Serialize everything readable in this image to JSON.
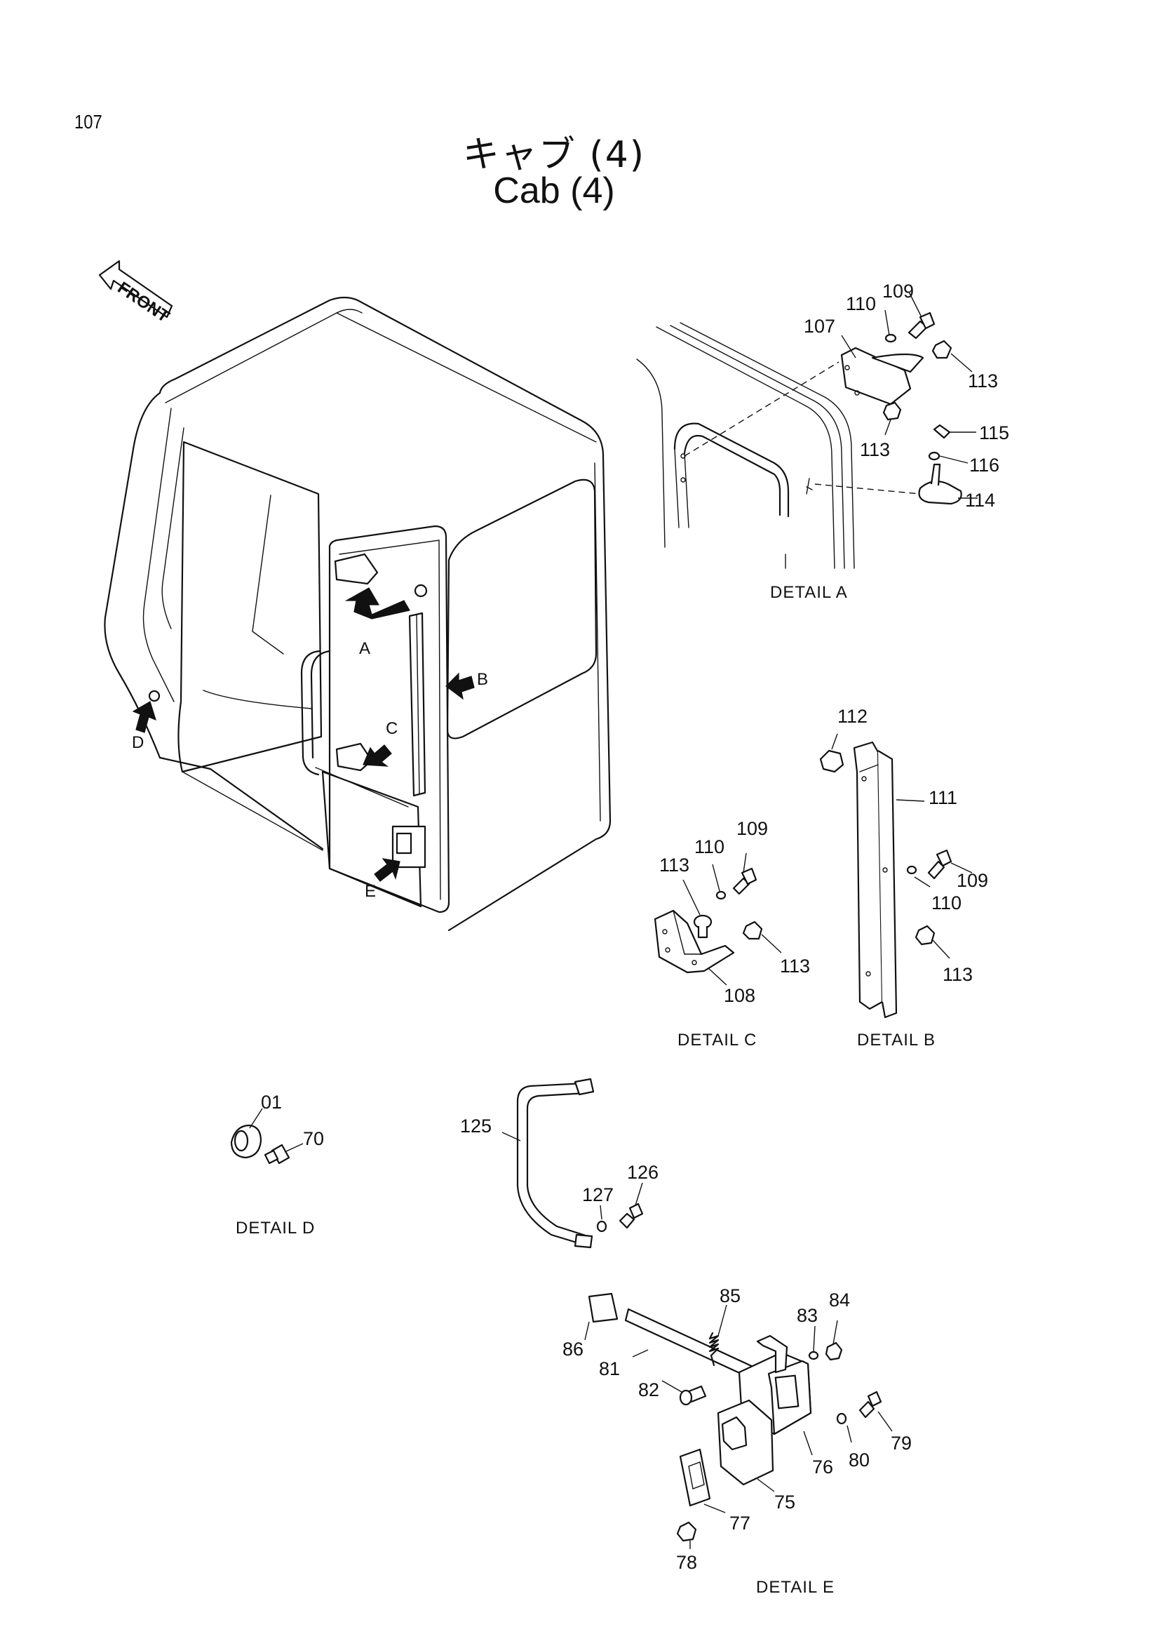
{
  "page_number": "107",
  "title_ja": "キャブ (4)",
  "title_en": "Cab (4)",
  "front_label": "FRONT",
  "callouts": [
    "A",
    "B",
    "C",
    "D",
    "E"
  ],
  "details": {
    "a": "DETAIL A",
    "b": "DETAIL B",
    "c": "DETAIL C",
    "d": "DETAIL D",
    "e": "DETAIL E"
  },
  "parts": {
    "p01": "01",
    "p70": "70",
    "p75": "75",
    "p76": "76",
    "p77": "77",
    "p78": "78",
    "p79": "79",
    "p80": "80",
    "p81": "81",
    "p82": "82",
    "p83": "83",
    "p84": "84",
    "p85": "85",
    "p86": "86",
    "p107": "107",
    "p108": "108",
    "p109": "109",
    "p110": "110",
    "p111": "111",
    "p112": "112",
    "p113": "113",
    "p114": "114",
    "p115": "115",
    "p116": "116",
    "p125": "125",
    "p126": "126",
    "p127": "127"
  }
}
